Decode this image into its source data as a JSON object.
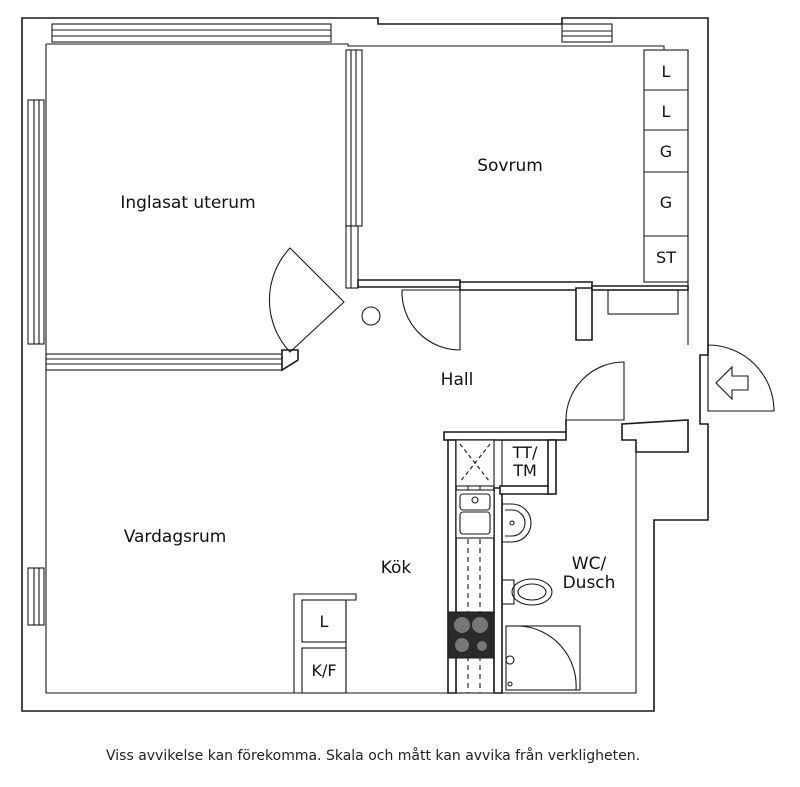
{
  "rooms": {
    "uterum": "Inglasat  uterum",
    "sovrum": "Sovrum",
    "hall": "Hall",
    "vardagsrum": "Vardagsrum",
    "kok": "Kök",
    "wc": "WC/",
    "dusch": "Dusch"
  },
  "storage": {
    "sovrum_closets": [
      "L",
      "L",
      "G",
      "G",
      "ST"
    ],
    "kitchen_l": "L",
    "kitchen_kf": "K/F",
    "tt": "TT/",
    "tm": "TM"
  },
  "disclaimer": "Viss avvikelse kan förekomma. Skala och mått kan avvika från verkligheten."
}
